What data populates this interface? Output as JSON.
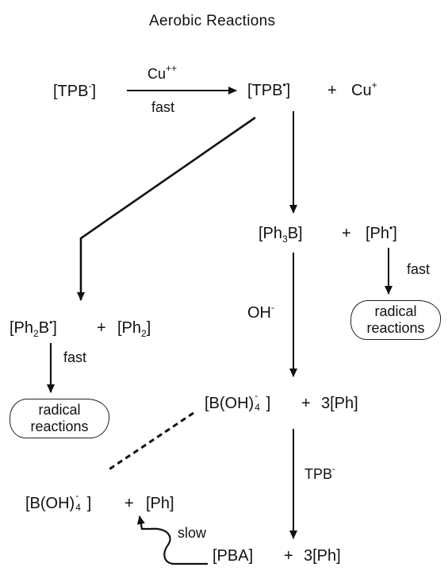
{
  "title": "Aerobic Reactions",
  "species": {
    "tpb_anion": "[TPB",
    "tpb_anion_charge": "-",
    "tpb_radical": "[TPB",
    "tpb_radical_mark": "•",
    "cu_plus": "Cu",
    "cu_plus_charge": "+",
    "ph3b_open": "[Ph",
    "ph3b_sub": "3",
    "ph3b_close": "B]",
    "ph_radical": "[Ph",
    "ph_radical_mark": "•",
    "ph2b_open": "[Ph",
    "ph2b_sub": "2",
    "ph2b_mid": "B",
    "ph2b_mark": "•",
    "ph2_open": "[Ph",
    "ph2_sub": "2",
    "boh4_open": "[B(OH)",
    "boh4_sub": "4",
    "boh4_charge": "-",
    "three_ph": "3[Ph]",
    "boh4b_open": "[B(OH)",
    "boh4b_sub": "4",
    "boh4b_charge": "-",
    "ph": "[Ph]",
    "pba": "[PBA]",
    "three_ph_b": "3[Ph]",
    "plus": "+",
    "close_bracket": "]"
  },
  "reagents": {
    "cu2": "Cu",
    "cu2_charge": "++",
    "fast_top": "fast",
    "fast_right": "fast",
    "fast_left": "fast",
    "oh": "OH",
    "oh_charge": "-",
    "tpb": "TPB",
    "tpb_charge": "-",
    "slow": "slow"
  },
  "clouds": {
    "right_line1": "radical",
    "right_line2": "reactions",
    "left_line1": "radical",
    "left_line2": "reactions"
  }
}
